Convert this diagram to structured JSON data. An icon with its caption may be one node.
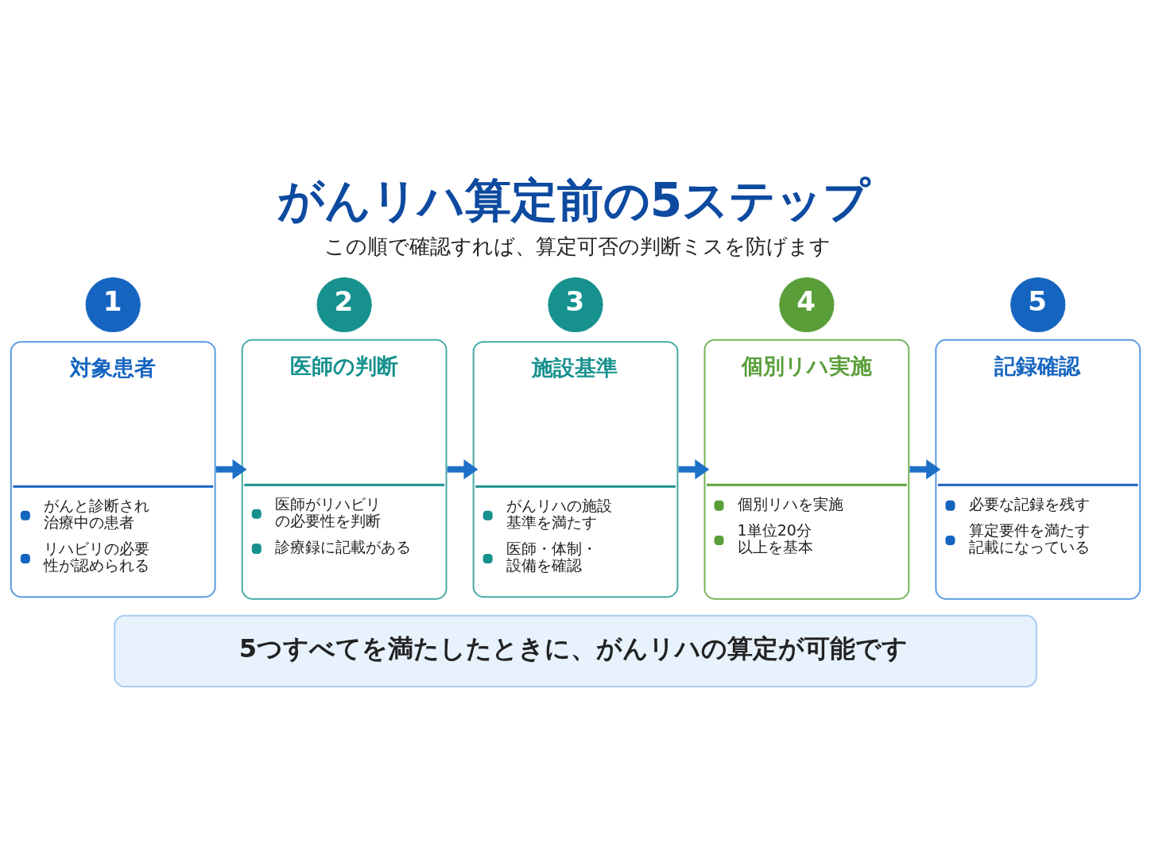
{
  "diagram": {
    "title": "がんリハ算定前の5ステップ",
    "nodes": [
      {
        "text": [
          "1"
        ]
      },
      {
        "text": [
          "対象患者",
          "がんと診断され治療中の患者",
          "リハビリの必要性が認められる"
        ]
      },
      {
        "text": [
          "2"
        ]
      },
      {
        "text": [
          "医師の判断",
          "医師がリハビリの必要性を判断",
          "診療録に記載がある"
        ]
      },
      {
        "text": [
          "3"
        ]
      },
      {
        "text": [
          "施設基準",
          "がんリハの施設基準を満たす",
          "医師・体制・設備を確認"
        ]
      },
      {
        "text": [
          "4"
        ]
      },
      {
        "text": [
          "個別リハ実施",
          "個別リハを実施",
          "1単位20分以上を基本"
        ]
      },
      {
        "text": [
          "5"
        ]
      },
      {
        "text": [
          "記録確認",
          "必要な記録を残す",
          "算定要件を満たす記載になっている"
        ]
      },
      {
        "text": [
          "5つすべてを満たしたときに、がんリハの算定が可能です"
        ]
      }
    ],
    "edges": [
      {
        "from": 1,
        "to": 3,
        "arrow": "to"
      },
      {
        "from": 3,
        "to": 5,
        "arrow": "to"
      },
      {
        "from": 5,
        "to": 7,
        "arrow": "to"
      },
      {
        "from": 7,
        "to": 9,
        "arrow": "to"
      }
    ],
    "labels": [
      "この順で確認すれば、算定可否の判断ミスを防げます"
    ]
  }
}
